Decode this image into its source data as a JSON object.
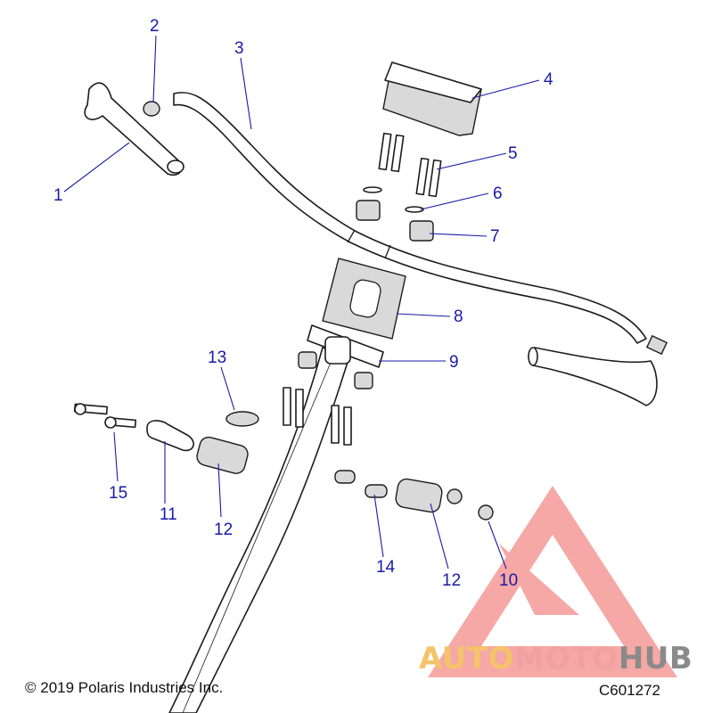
{
  "diagram": {
    "callouts": [
      "1",
      "2",
      "3",
      "4",
      "5",
      "6",
      "7",
      "8",
      "9",
      "10",
      "11",
      "12",
      "12",
      "13",
      "14",
      "15"
    ]
  },
  "footer": {
    "copyright": "© 2019 Polaris Industries Inc.",
    "figure_code": "C601272"
  },
  "watermark": {
    "word_auto": "AUTO",
    "word_moto": "MOTO",
    "word_hub": "HUB",
    "colors": {
      "auto": "#f4c36a",
      "moto": "#f1a2a0",
      "hub": "#8a8a8a",
      "triangle": "#f28b88"
    }
  },
  "colors": {
    "callout": "#1a1aa8",
    "line": "#1c1c1c"
  }
}
